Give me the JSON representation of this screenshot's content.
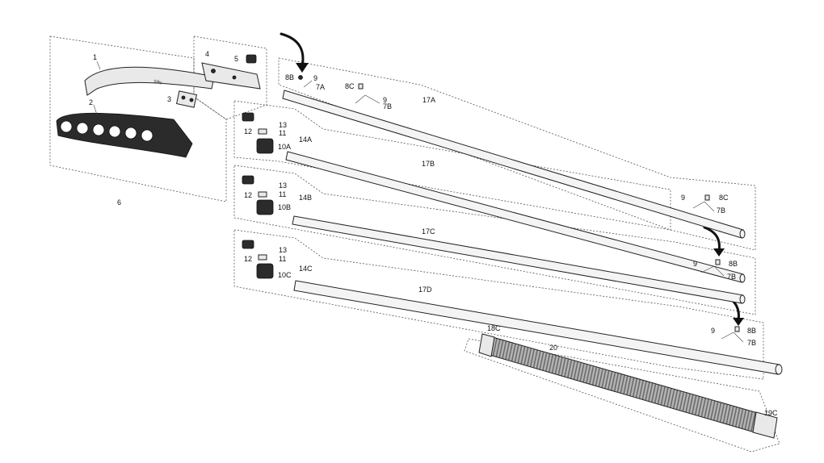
{
  "labels": {
    "blade": "1",
    "blade_guard": "2",
    "hardware_3": "3",
    "bracket_4": "4",
    "knob_5": "5",
    "saw_assembly": "6",
    "clip_8b_top": "8B",
    "screw_9_top": "9",
    "clip_7a": "7A",
    "clip_8c_top": "8C",
    "clip_7b_top": "7B",
    "screw_9_top2": "9",
    "pole_17a": "17A",
    "cap_13_a": "13",
    "pad_11_a": "11",
    "part_12_a": "12",
    "lock_10a": "10A",
    "lock_assy_14a": "14A",
    "pole_17b": "17B",
    "screw_9_b": "9",
    "clip_8c_b": "8C",
    "clip_7b_b": "7B",
    "cap_13_b": "13",
    "pad_11_b": "11",
    "part_12_b": "12",
    "lock_10b": "10B",
    "lock_assy_14b": "14B",
    "pole_17c": "17C",
    "screw_9_c": "9",
    "clip_8b_c": "8B",
    "clip_7b_c": "7B",
    "cap_13_c": "13",
    "pad_11_c": "11",
    "part_12_c": "12",
    "lock_10c": "10C",
    "lock_assy_14c": "14C",
    "pole_17d": "17D",
    "screw_9_d": "9",
    "clip_8b_d": "8B",
    "clip_7b_d": "7B",
    "grip_end_18c": "18C",
    "grip_20": "20",
    "end_cap_19c": "19C"
  },
  "colors": {
    "ink": "#111111",
    "pole_fill": "#f4f4f4",
    "grip_fill": "#9a9a9a"
  },
  "icons": [
    "arrow-down-icon"
  ]
}
